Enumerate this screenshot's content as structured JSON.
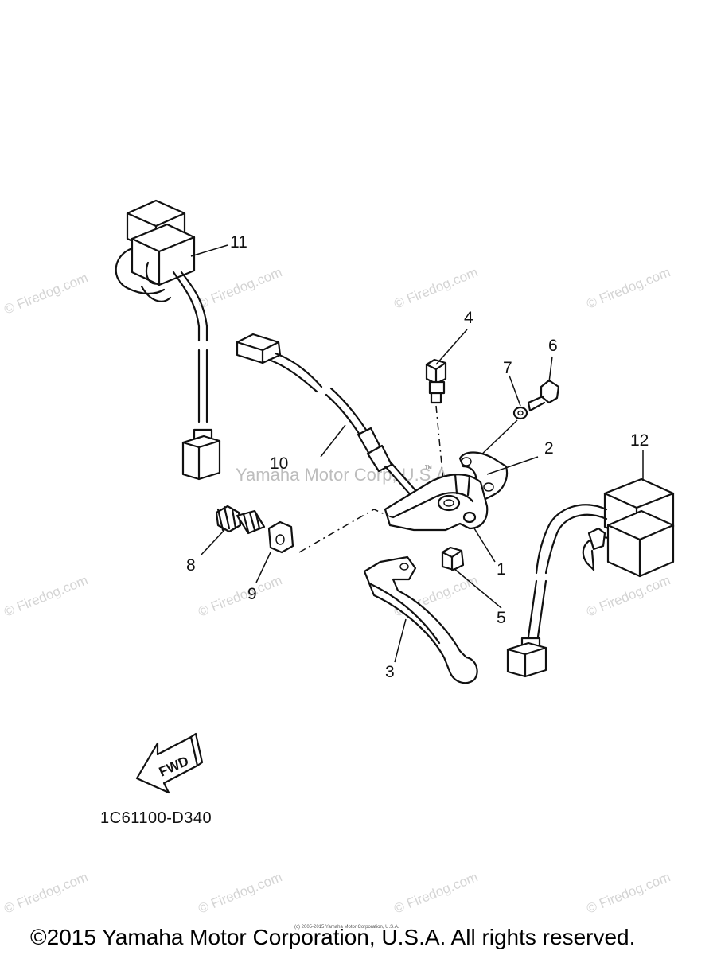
{
  "watermark": "© Firedog.com",
  "inline_mark": "Yamaha Motor Corp, U.S.A.",
  "tm_mark": "TM",
  "callouts": [
    "1",
    "2",
    "3",
    "4",
    "5",
    "6",
    "7",
    "8",
    "9",
    "10",
    "11",
    "12"
  ],
  "fwd_label": "FWD",
  "part_number": "1C61100-D340",
  "small_copyright": "(c) 2005-2015 Yamaha Motor Corporation, U.S.A.",
  "footer": "©2015 Yamaha Motor Corporation, U.S.A. All rights reserved."
}
